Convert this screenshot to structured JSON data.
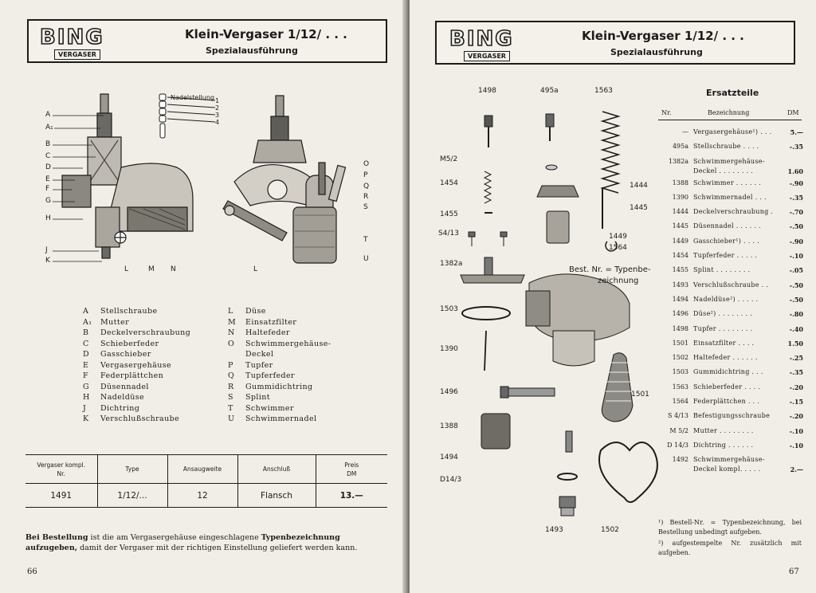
{
  "left": {
    "brand": {
      "name": "BING",
      "sub": "VERGASER"
    },
    "title": "Klein-Vergaser 1/12/ . . .",
    "subtitle": "Spezialausführung",
    "needle_label": "Nadelstellung",
    "needle_positions": [
      "1",
      "2",
      "3",
      "4"
    ],
    "left_callouts": [
      "A",
      "A₁",
      "B",
      "C",
      "D",
      "E",
      "F",
      "G",
      "H",
      "J",
      "K"
    ],
    "bottom_callouts_a": [
      "L",
      "M",
      "N"
    ],
    "right_callouts": [
      "O",
      "P",
      "Q",
      "R",
      "S",
      "T",
      "U"
    ],
    "bottom_callouts_b": [
      "L"
    ],
    "legend_left": [
      {
        "k": "A",
        "v": "Stellschraube"
      },
      {
        "k": "A₁",
        "v": "Mutter"
      },
      {
        "k": "B",
        "v": "Deckelverschraubung"
      },
      {
        "k": "C",
        "v": "Schieberfeder"
      },
      {
        "k": "D",
        "v": "Gasschieber"
      },
      {
        "k": "E",
        "v": "Vergasergehäuse"
      },
      {
        "k": "F",
        "v": "Federplättchen"
      },
      {
        "k": "G",
        "v": "Düsennadel"
      },
      {
        "k": "H",
        "v": "Nadeldüse"
      },
      {
        "k": "J",
        "v": "Dichtring"
      },
      {
        "k": "K",
        "v": "Verschlußschraube"
      }
    ],
    "legend_right": [
      {
        "k": "L",
        "v": "Düse"
      },
      {
        "k": "M",
        "v": "Einsatzfilter"
      },
      {
        "k": "N",
        "v": "Haltefeder"
      },
      {
        "k": "O",
        "v": "Schwimmergehäuse-"
      },
      {
        "k": "",
        "v": "Deckel"
      },
      {
        "k": "P",
        "v": "Tupfer"
      },
      {
        "k": "Q",
        "v": "Tupferfeder"
      },
      {
        "k": "R",
        "v": "Gummidichtring"
      },
      {
        "k": "S",
        "v": "Splint"
      },
      {
        "k": "T",
        "v": "Schwimmer"
      },
      {
        "k": "U",
        "v": "Schwimmernadel"
      }
    ],
    "table": {
      "headers": [
        "Vergaser kompl.",
        "Nr.",
        "Type",
        "Ansaugweite",
        "Anschluß",
        "Preis",
        "DM"
      ],
      "row": [
        "1491",
        "1/12/...",
        "12",
        "Flansch",
        "13.—"
      ]
    },
    "note_bold": "Bei Bestellung",
    "note_text_1": " ist die am Vergasergehäuse eingeschlagene ",
    "note_bold_2": "Typenbezeichnung aufzugeben,",
    "note_text_2": " damit der Vergaser mit der richtigen Einstellung geliefert werden kann.",
    "page_number": "66"
  },
  "right": {
    "brand": {
      "name": "BING",
      "sub": "VERGASER"
    },
    "title": "Klein-Vergaser 1/12/ . . .",
    "subtitle": "Spezialausführung",
    "callouts": {
      "c1498": "1498",
      "c495a": "495a",
      "c1563": "1563",
      "cM52": "M5/2",
      "c1454": "1454",
      "c1444": "1444",
      "c1445": "1445",
      "c1455": "1455",
      "cS413": "S4/13",
      "c1449": "1449",
      "c1564": "1564",
      "c1382a": "1382a",
      "cbest1": "Best. Nr. = Typenbe-",
      "cbest2": "zeichnung",
      "c1503": "1503",
      "c1390": "1390",
      "c1496": "1496",
      "c1501": "1501",
      "c1388": "1388",
      "c1494": "1494",
      "cD143": "D14/3",
      "c1493": "1493",
      "c1502": "1502"
    },
    "parts_title": "Ersatzteile",
    "parts_headers": {
      "nr": "Nr.",
      "bz": "Bezeichnung",
      "dm": "DM"
    },
    "parts": [
      {
        "nr": "—",
        "bz": "Vergasergehäuse¹) . . .",
        "dm": "5.—"
      },
      {
        "nr": "495a",
        "bz": "Stellschraube . . . .",
        "dm": "-.35"
      },
      {
        "nr": "1382a",
        "bz": "Schwimmergehäuse-",
        "bz2": "Deckel . . . . . . . .",
        "dm": "1.60"
      },
      {
        "nr": "1388",
        "bz": "Schwimmer . . . . . .",
        "dm": "-.90"
      },
      {
        "nr": "1390",
        "bz": "Schwimmernadel . . .",
        "dm": "-.35"
      },
      {
        "nr": "1444",
        "bz": "Deckelverschraubung .",
        "dm": "-.70"
      },
      {
        "nr": "1445",
        "bz": "Düsennadel . . . . . .",
        "dm": "-.50"
      },
      {
        "nr": "1449",
        "bz": "Gasschieber¹) . . . .",
        "dm": "-.90"
      },
      {
        "nr": "1454",
        "bz": "Tupferfeder . . . . .",
        "dm": "-.10"
      },
      {
        "nr": "1455",
        "bz": "Splint . . . . . . . .",
        "dm": "-.05"
      },
      {
        "nr": "1493",
        "bz": "Verschlußschraube . .",
        "dm": "-.50"
      },
      {
        "nr": "1494",
        "bz": "Nadeldüse²) . . . . .",
        "dm": "-.50"
      },
      {
        "nr": "1496",
        "bz": "Düse²) . . . . . . . .",
        "dm": "-.80"
      },
      {
        "nr": "1498",
        "bz": "Tupfer . . . . . . . .",
        "dm": "-.40"
      },
      {
        "nr": "1501",
        "bz": "Einsatzfilter . . . .",
        "dm": "1.50"
      },
      {
        "nr": "1502",
        "bz": "Haltefeder . . . . . .",
        "dm": "-.25"
      },
      {
        "nr": "1503",
        "bz": "Gummidichtring . . .",
        "dm": "-.35"
      },
      {
        "nr": "1563",
        "bz": "Schieberfeder . . . .",
        "dm": "-.20"
      },
      {
        "nr": "1564",
        "bz": "Federplättchen . . .",
        "dm": "-.15"
      },
      {
        "nr": "S 4/13",
        "bz": "Befestigungsschraube",
        "dm": "-.20"
      },
      {
        "nr": "M 5/2",
        "bz": "Mutter . . . . . . . .",
        "dm": "-.10"
      },
      {
        "nr": "D 14/3",
        "bz": "Dichtring . . . . . .",
        "dm": "-.10"
      },
      {
        "nr": "1492",
        "bz": "Schwimmergehäuse-",
        "bz2": "Deckel kompl. . . . .",
        "dm": "2.—"
      }
    ],
    "footnote1": "¹) Bestell-Nr. = Typenbezeichnung, bei Bestellung unbedingt aufgeben.",
    "footnote2": "²) aufgestempelte Nr. zusätzlich mit aufgeben.",
    "page_number": "67"
  }
}
